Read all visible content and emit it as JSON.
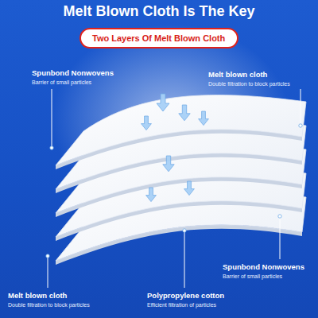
{
  "diagram": {
    "title": "Melt Blown Cloth Is The Key",
    "nodes": [
      {
        "text": [
          "Two Layers Of Melt Blown Cloth"
        ]
      }
    ],
    "labels": [
      "Spunbond Nonwovens",
      "Barrier of small particles",
      "Melt blown cloth",
      "Double filtration to block particles",
      "Spunbond Nonwovens",
      "Barrier of small particles",
      "Melt blown cloth",
      "Double filtration to block particles",
      "Polypropylene cotton",
      "Efficient filtration of particles"
    ]
  }
}
